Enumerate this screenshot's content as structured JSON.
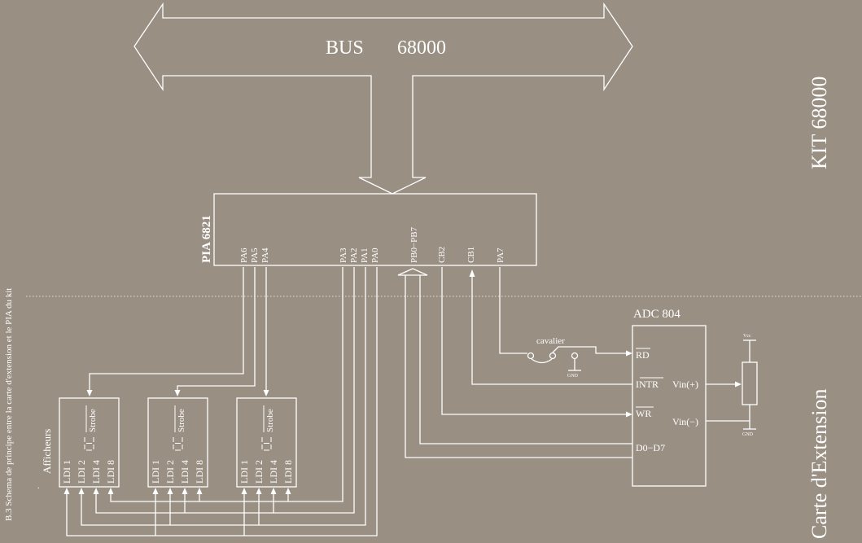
{
  "bus": {
    "label": "BUS",
    "number": "68000"
  },
  "kit_label": "KIT 68000",
  "extension_label": "Carte d'Extension",
  "caption": "B.3 Schema de principe entre la carte d'extension et le PIA du kit",
  "afficheurs_label": "Afficheurs",
  "pia": {
    "title": "PIA 6821",
    "pins_left": [
      "PA6",
      "PA5",
      "PA4"
    ],
    "pins_mid": [
      "PA3",
      "PA2",
      "PA1",
      "PA0"
    ],
    "pb": "PB0−PB7",
    "cb2": "CB2",
    "cb1": "CB1",
    "pa7": "PA7"
  },
  "adc": {
    "title": "ADC 804",
    "rd": "RD",
    "intr": "INTR",
    "wr": "WR",
    "data": "D0−D7",
    "vin_plus": "Vin(+)",
    "vin_minus": "Vin(−)"
  },
  "cavalier_label": "cavalier",
  "gnd_label": "GND",
  "vcc_label": "Vcc",
  "display": {
    "strobe": "Strobe",
    "inputs": [
      "LDI 1",
      "LDI 2",
      "LDI 4",
      "LDI 8"
    ]
  }
}
